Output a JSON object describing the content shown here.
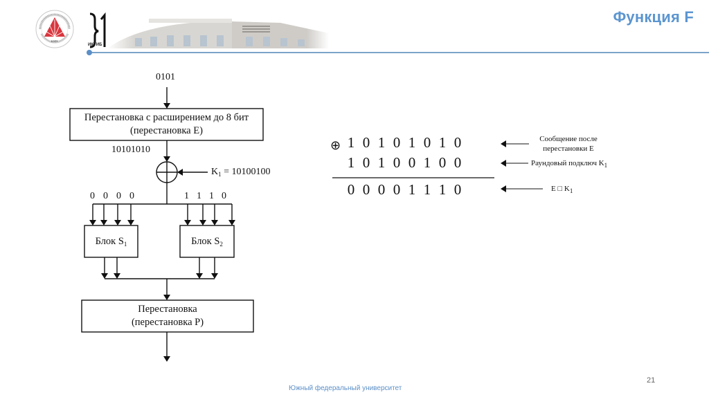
{
  "header": {
    "title": "Функция F",
    "iktib_label": "ИКТИБ",
    "accent_color": "#5b95d0"
  },
  "diagram": {
    "input_bits": "0101",
    "expansion_box": {
      "line1": "Перестановка с расширением до 8 бит",
      "line2": "(перестановка E)"
    },
    "expanded_bits": "10101010",
    "key_label": "K",
    "key_sub": "1",
    "key_value": " = 10100100",
    "s1_input_bits": [
      "0",
      "0",
      "0",
      "0"
    ],
    "s2_input_bits": [
      "1",
      "1",
      "1",
      "0"
    ],
    "s1_block": {
      "label": "Блок S",
      "sub": "1"
    },
    "s2_block": {
      "label": "Блок S",
      "sub": "2"
    },
    "p_box": {
      "line1": "Перестановка",
      "line2": "(перестановка P)"
    }
  },
  "xor_calc": {
    "operator": "⊕",
    "row1": [
      "1",
      "0",
      "1",
      "0",
      "1",
      "0",
      "1",
      "0"
    ],
    "row2": [
      "1",
      "0",
      "1",
      "0",
      "0",
      "1",
      "0",
      "0"
    ],
    "result": [
      "0",
      "0",
      "0",
      "0",
      "1",
      "1",
      "1",
      "0"
    ],
    "notes": {
      "row1_line1": "Сообщение после",
      "row1_line2": "перестановки E",
      "row2_label": "Раундовый подключ K",
      "row2_sub": "1",
      "result_label": "E □ K",
      "result_sub": "1"
    }
  },
  "footer": {
    "university": "Южный федеральный университет",
    "page_number": "21"
  }
}
